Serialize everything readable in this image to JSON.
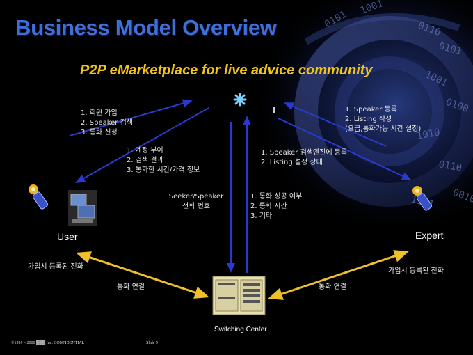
{
  "title": "Business Model Overview",
  "subtitle": "P2P eMarketplace for live advice community",
  "nodes": {
    "user": "User",
    "expert": "Expert",
    "switching_center": "Switching Center"
  },
  "user_to_server": [
    "1. 회원 가입",
    "2. Speaker 검색",
    "3. 통화 신청"
  ],
  "server_to_user": [
    "1. 계정 부여",
    "2. 검색 결과",
    "3. 통화한 시간/가격 정보"
  ],
  "expert_to_server": [
    "1. Speaker 등록",
    "2. Listing 작성",
    "(요금,통화가능 시간 설정)"
  ],
  "server_to_expert": [
    "1. Speaker 검색엔진에 등록",
    "2. Listing 설정 상태"
  ],
  "server_to_switch": [
    "Seeker/Speaker",
    "전화 번호"
  ],
  "switch_to_server": [
    "1. 통화 성공 여부",
    "2. 통화 시간",
    "3. 기타"
  ],
  "user_phone_label": "가입시 등록된 전화",
  "expert_phone_label": "가입시 등록된 전화",
  "user_call_label": "통화 연결",
  "expert_call_label": "통화 연결",
  "footer": {
    "copyright": "©1999 – 2000 ▓▓▓ Inc. CONFIDENTIAL",
    "slide": "Slide 9"
  },
  "colors": {
    "title": "#3f6fd8",
    "subtitle": "#f2c318",
    "arrow_blue": "#2a3ad0",
    "arrow_gold": "#f0c028"
  },
  "background_binary": [
    "0110",
    "0101",
    "1001",
    "0100",
    "1010",
    "0110",
    "1001",
    "0101",
    "1101",
    "0010"
  ]
}
